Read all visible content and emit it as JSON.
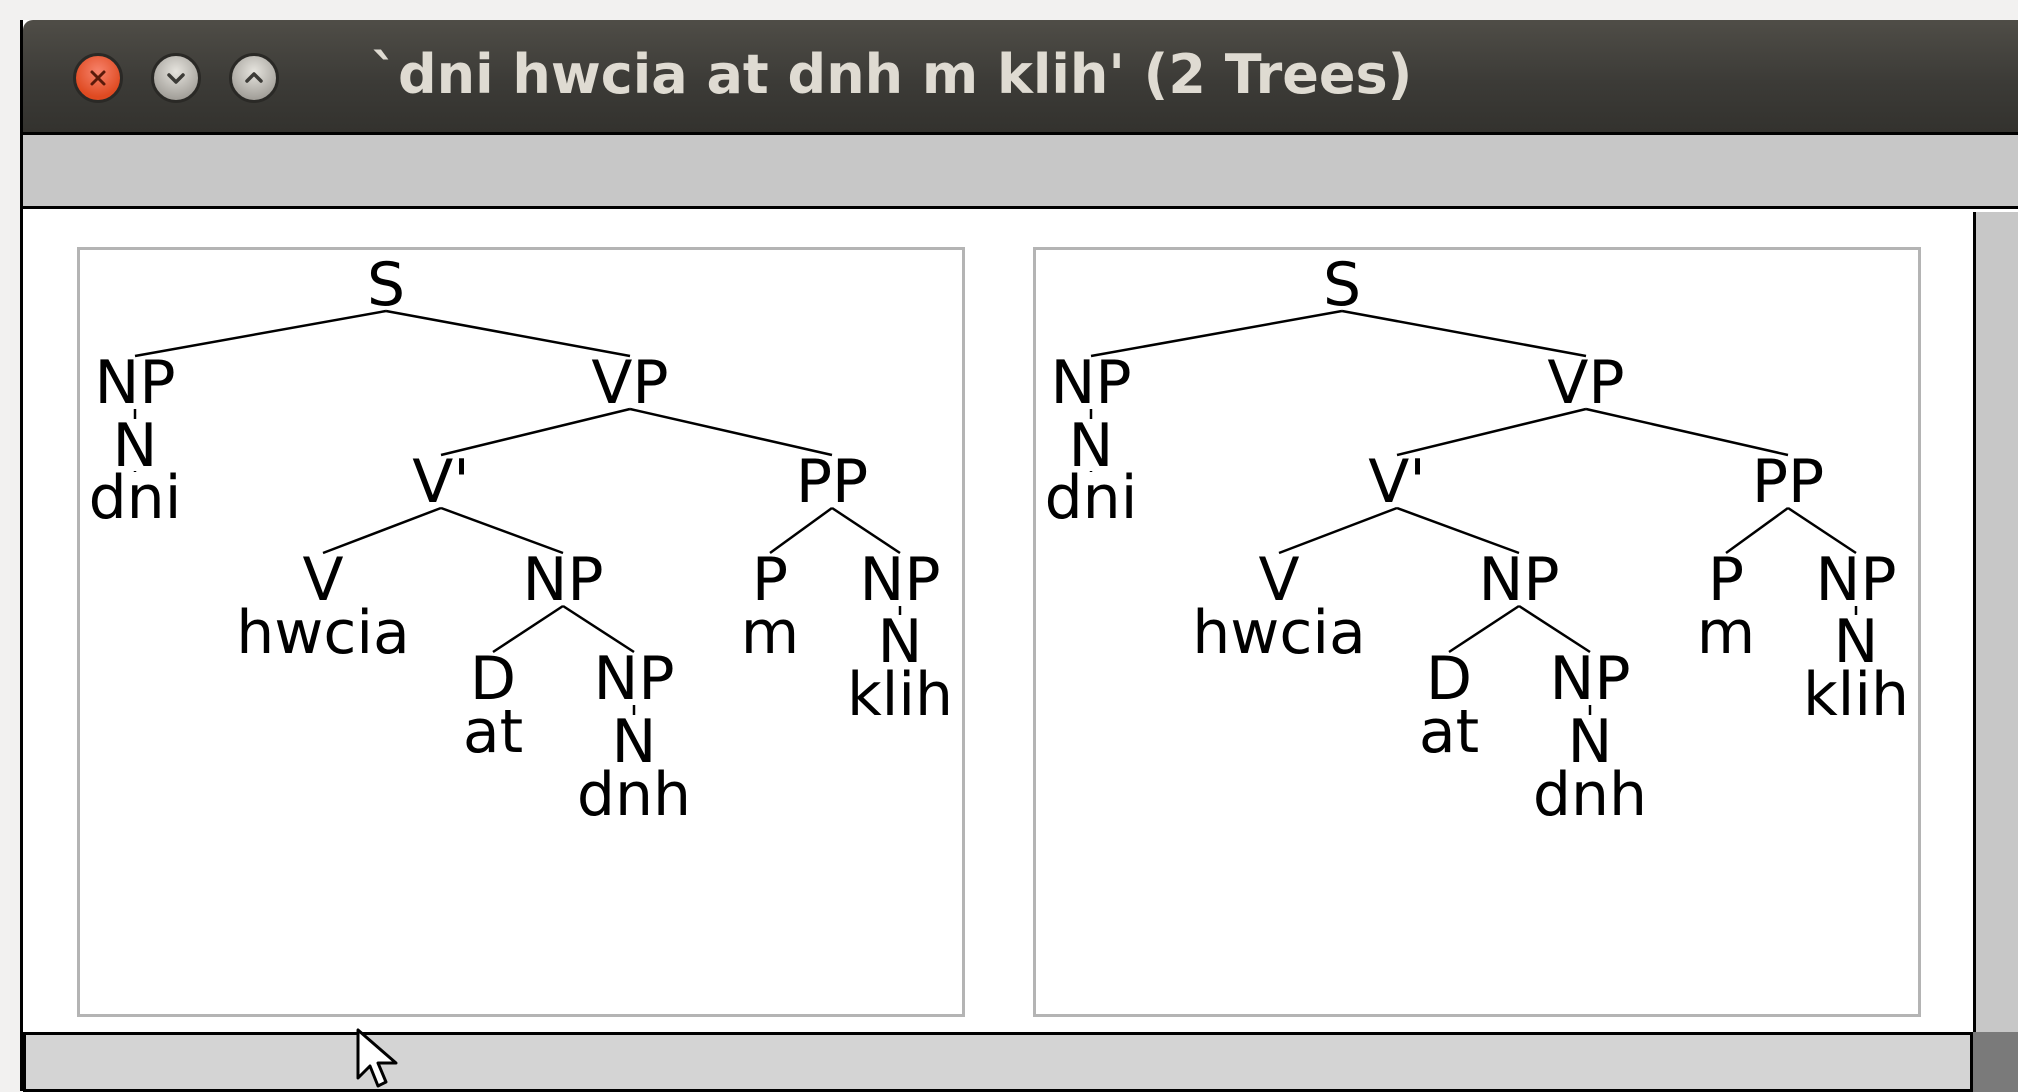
{
  "window": {
    "title": "`dni hwcia at dnh m klih' (2 Trees)",
    "buttons": [
      "close-icon",
      "minimize-icon",
      "maximize-icon"
    ]
  },
  "trees": [
    {
      "label": "S",
      "children": [
        {
          "label": "NP",
          "children": [
            {
              "label": "N",
              "children": [
                {
                  "label": "dni"
                }
              ]
            }
          ]
        },
        {
          "label": "VP",
          "children": [
            {
              "label": "V'",
              "children": [
                {
                  "label": "V",
                  "children": [
                    {
                      "label": "hwcia"
                    }
                  ]
                },
                {
                  "label": "NP",
                  "children": [
                    {
                      "label": "D",
                      "children": [
                        {
                          "label": "at"
                        }
                      ]
                    },
                    {
                      "label": "NP",
                      "children": [
                        {
                          "label": "N",
                          "children": [
                            {
                              "label": "dnh"
                            }
                          ]
                        }
                      ]
                    }
                  ]
                }
              ]
            },
            {
              "label": "PP",
              "children": [
                {
                  "label": "P",
                  "children": [
                    {
                      "label": "m"
                    }
                  ]
                },
                {
                  "label": "NP",
                  "children": [
                    {
                      "label": "N",
                      "children": [
                        {
                          "label": "klih"
                        }
                      ]
                    }
                  ]
                }
              ]
            }
          ]
        }
      ]
    },
    {
      "label": "S",
      "children": [
        {
          "label": "NP",
          "children": [
            {
              "label": "N",
              "children": [
                {
                  "label": "dni"
                }
              ]
            }
          ]
        },
        {
          "label": "VP",
          "children": [
            {
              "label": "V'",
              "children": [
                {
                  "label": "V",
                  "children": [
                    {
                      "label": "hwcia"
                    }
                  ]
                },
                {
                  "label": "NP",
                  "children": [
                    {
                      "label": "D",
                      "children": [
                        {
                          "label": "at"
                        }
                      ]
                    },
                    {
                      "label": "NP",
                      "children": [
                        {
                          "label": "N",
                          "children": [
                            {
                              "label": "dnh"
                            }
                          ]
                        }
                      ]
                    }
                  ]
                }
              ]
            },
            {
              "label": "PP",
              "children": [
                {
                  "label": "P",
                  "children": [
                    {
                      "label": "m"
                    }
                  ]
                },
                {
                  "label": "NP",
                  "children": [
                    {
                      "label": "N",
                      "children": [
                        {
                          "label": "klih"
                        }
                      ]
                    }
                  ]
                }
              ]
            }
          ]
        }
      ]
    }
  ]
}
